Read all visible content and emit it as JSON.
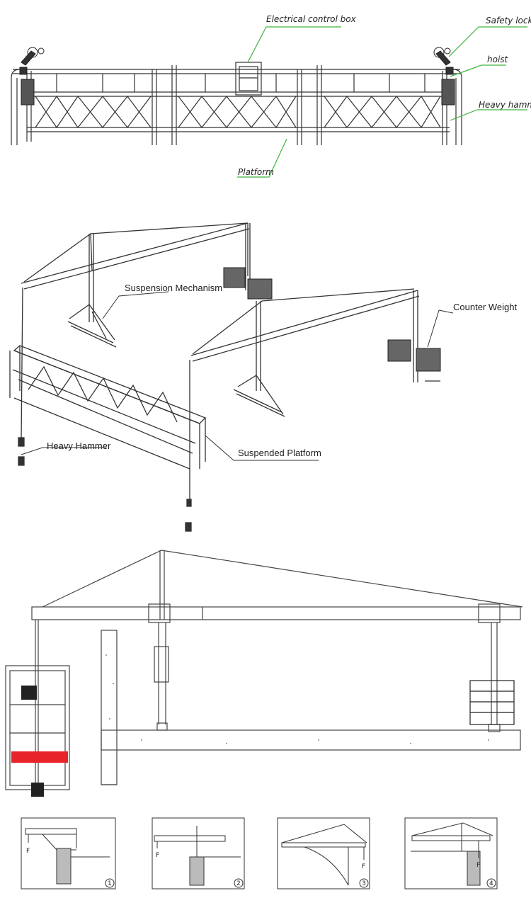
{
  "panel1": {
    "labels": {
      "control_box": "Electrical control box",
      "safety_lock": "Safety lock",
      "hoist": "hoist",
      "heavy_hammer": "Heavy hammer",
      "platform": "Platform"
    },
    "leader_color": "#3cb43c"
  },
  "panel2": {
    "labels": {
      "suspension": "Suspension Mechanism",
      "counter_weight": "Counter Weight",
      "heavy_hammer": "Heavy Hammer",
      "suspended_platform": "Suspended Platform"
    }
  },
  "panel3": {
    "highlight_color": "#e8242b"
  },
  "panel4": {
    "force_label": "F",
    "figures": [
      {
        "number": "1"
      },
      {
        "number": "2"
      },
      {
        "number": "3"
      },
      {
        "number": "4"
      }
    ]
  }
}
